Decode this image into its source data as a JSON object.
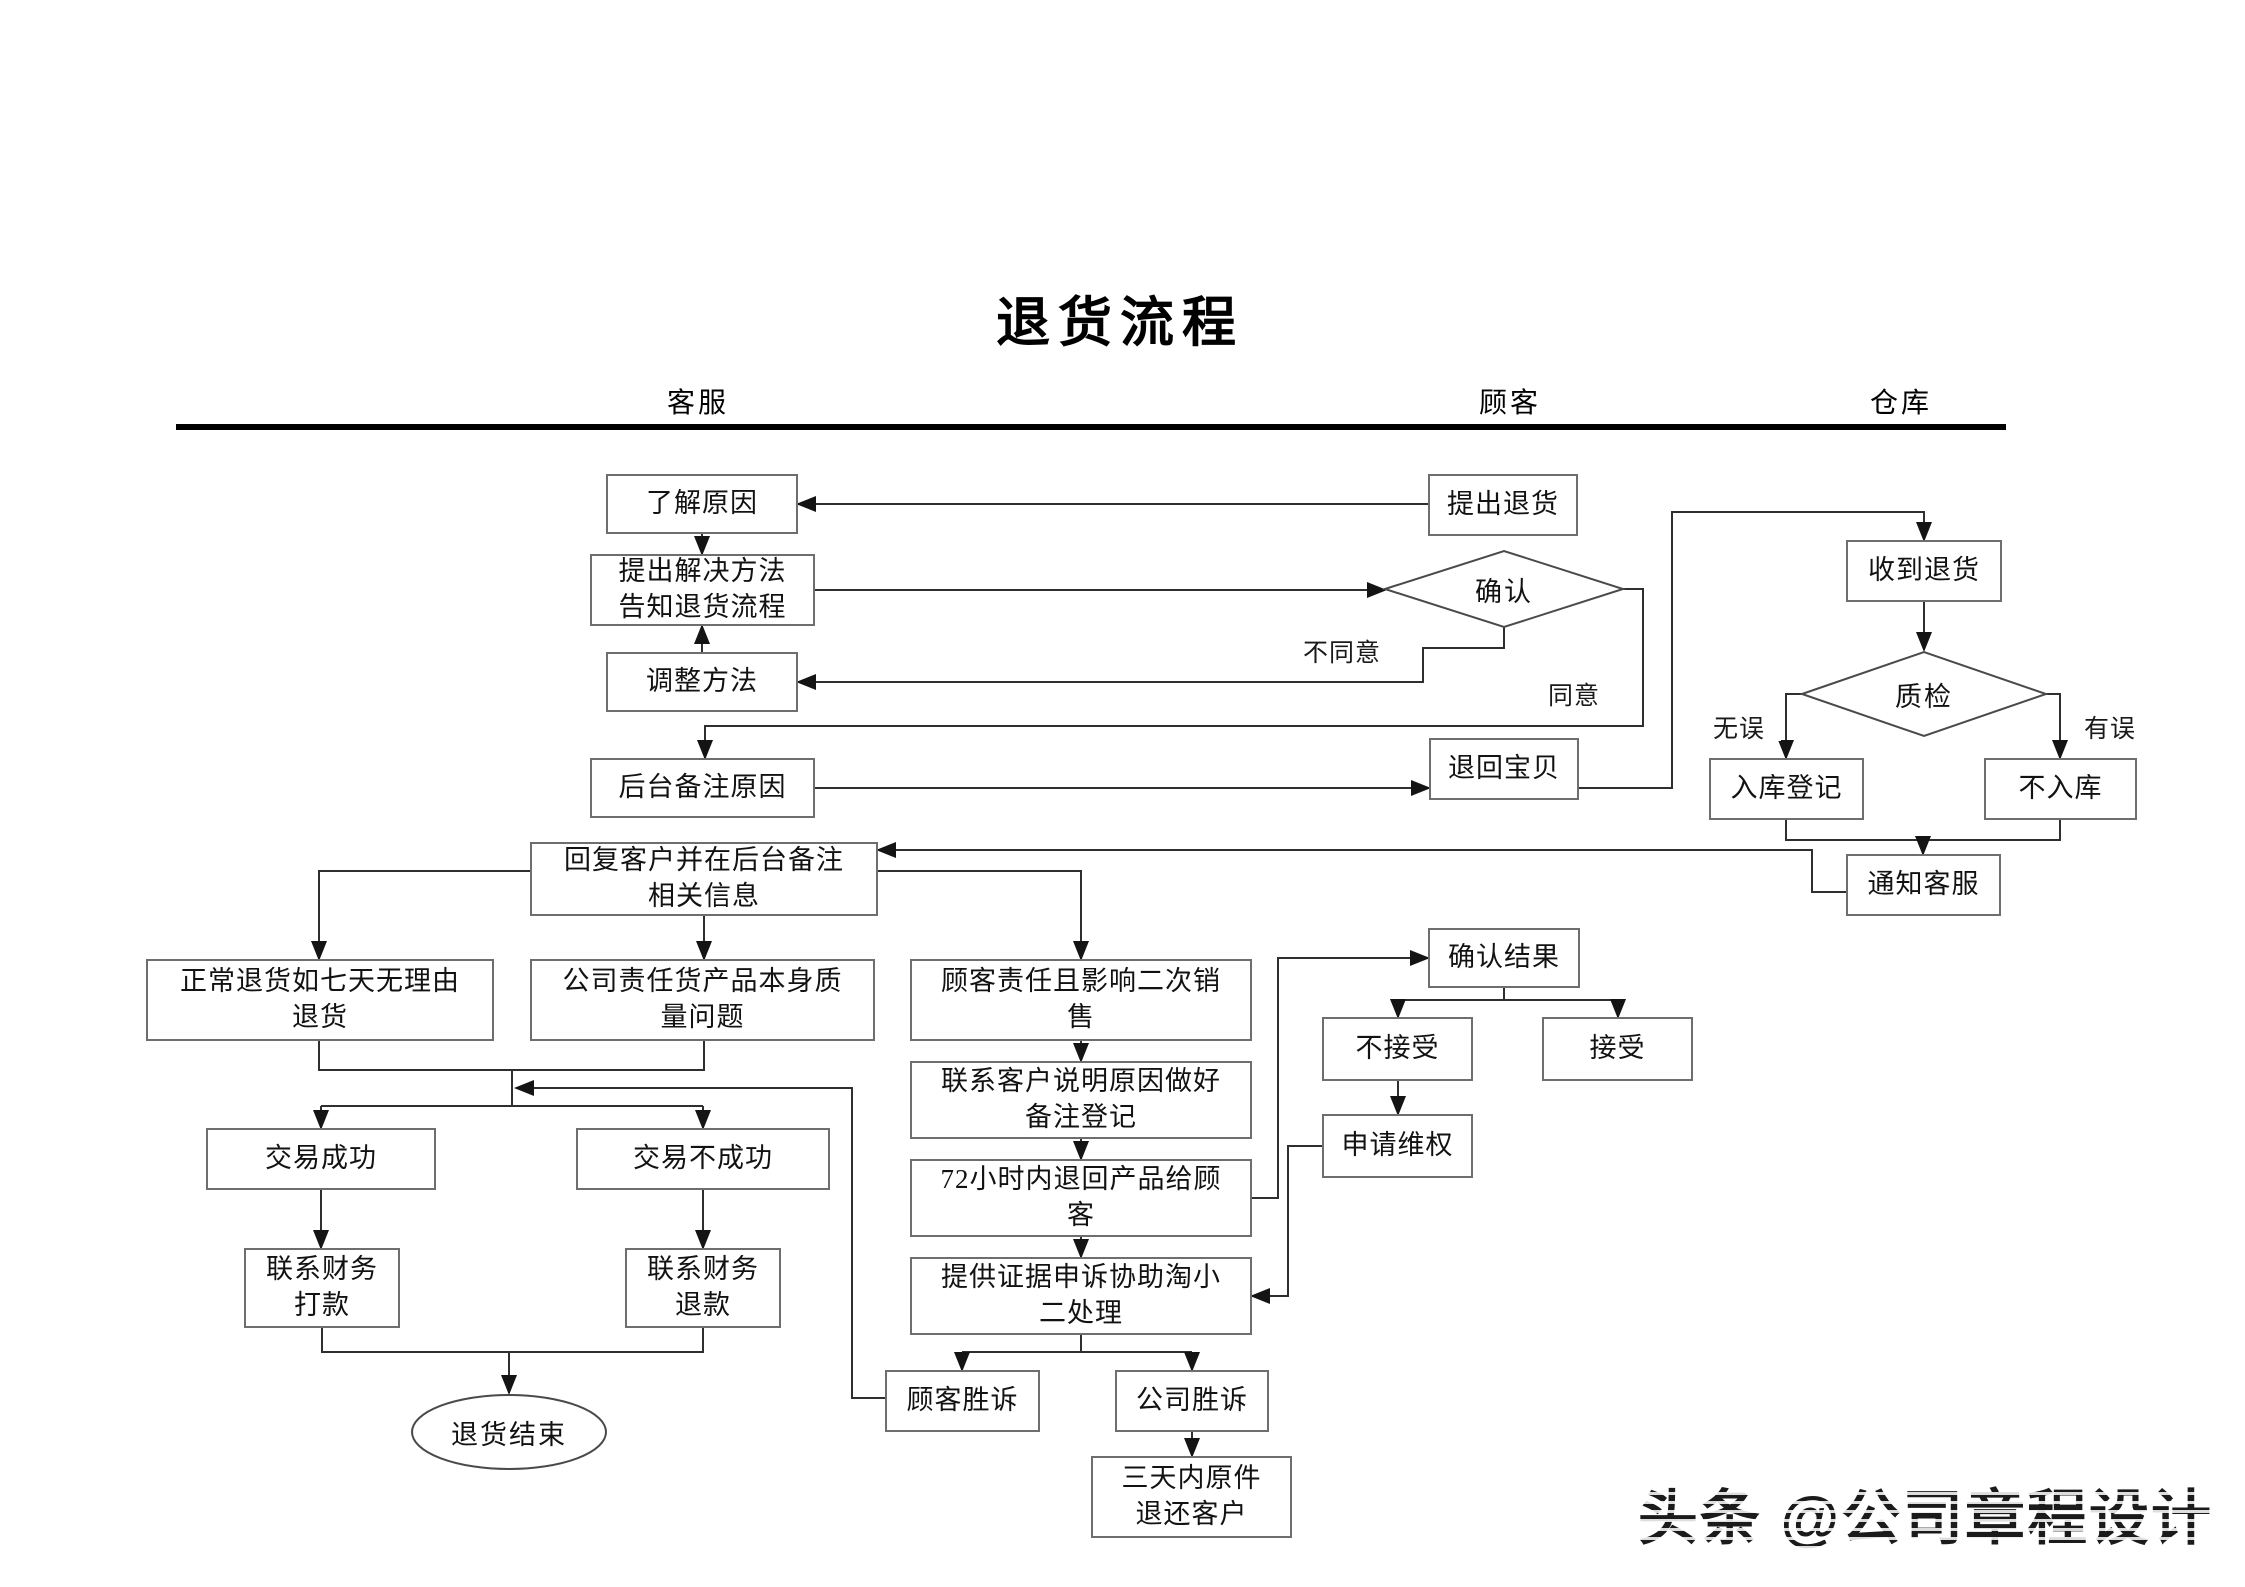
{
  "title": "退货流程",
  "lanes": [
    {
      "label": "客服"
    },
    {
      "label": "顾客"
    },
    {
      "label": "仓库"
    }
  ],
  "nodes": {
    "understand_reason": {
      "label": "了解原因"
    },
    "propose_solution": {
      "label": "提出解决方法\n告知退货流程"
    },
    "adjust_method": {
      "label": "调整方法"
    },
    "backend_note": {
      "label": "后台备注原因"
    },
    "reply_note": {
      "label": "回复客户并在后台备注\n相关信息"
    },
    "normal_return": {
      "label": "正常退货如七天无理由\n退货"
    },
    "company_fault": {
      "label": "公司责任货产品本身质\n量问题"
    },
    "customer_fault": {
      "label": "顾客责任且影响二次销\n售"
    },
    "deal_success": {
      "label": "交易成功"
    },
    "deal_fail": {
      "label": "交易不成功"
    },
    "finance_pay": {
      "label": "联系财务\n打款"
    },
    "finance_refund": {
      "label": "联系财务\n退款"
    },
    "return_end": {
      "label": "退货结束"
    },
    "contact_register": {
      "label": "联系客户说明原因做好\n备注登记"
    },
    "return_72h": {
      "label": "72小时内退回产品给顾\n客"
    },
    "provide_evidence": {
      "label": "提供证据申诉协助淘小\n二处理"
    },
    "customer_win": {
      "label": "顾客胜诉"
    },
    "company_win": {
      "label": "公司胜诉"
    },
    "return_3days": {
      "label": "三天内原件\n退还客户"
    },
    "propose_return": {
      "label": "提出退货"
    },
    "confirm": {
      "label": "确认"
    },
    "return_item": {
      "label": "退回宝贝"
    },
    "confirm_result": {
      "label": "确认结果"
    },
    "reject": {
      "label": "不接受"
    },
    "accept": {
      "label": "接受"
    },
    "apply_rights": {
      "label": "申请维权"
    },
    "receive_return": {
      "label": "收到退货"
    },
    "quality_check": {
      "label": "质检"
    },
    "warehouse_register": {
      "label": "入库登记"
    },
    "no_warehouse": {
      "label": "不入库"
    },
    "notify_service": {
      "label": "通知客服"
    }
  },
  "edge_labels": {
    "disagree": "不同意",
    "agree": "同意",
    "no_error": "无误",
    "has_error": "有误"
  },
  "watermark": "头条 @公司章程设计",
  "colors": {
    "background": "#ffffff",
    "line": "#2f2f2f",
    "box_border": "#6e6e6e",
    "text": "#121212",
    "lane_rule": "#000000",
    "watermark_text": "#1b1b1b"
  }
}
